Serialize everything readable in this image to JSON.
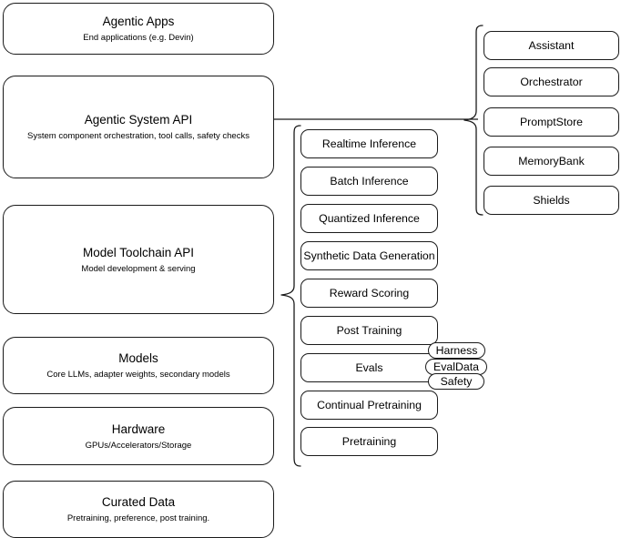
{
  "diagram": {
    "type": "layered-architecture-stack",
    "accent_color": "#1a1a1a",
    "background": "#ffffff",
    "layers": [
      {
        "title": "Agentic Apps",
        "subtitle": "End applications (e.g. Devin)"
      },
      {
        "title": "Agentic System API",
        "subtitle": "System component orchestration, tool calls, safety checks"
      },
      {
        "title": "Model Toolchain API",
        "subtitle": "Model development & serving"
      },
      {
        "title": "Models",
        "subtitle": "Core LLMs, adapter weights, secondary models"
      },
      {
        "title": "Hardware",
        "subtitle": "GPUs/Accelerators/Storage"
      },
      {
        "title": "Curated Data",
        "subtitle": "Pretraining, preference, post training."
      }
    ],
    "agentic_system_components": [
      {
        "label": "Assistant"
      },
      {
        "label": "Orchestrator"
      },
      {
        "label": "PromptStore"
      },
      {
        "label": "MemoryBank"
      },
      {
        "label": "Shields"
      }
    ],
    "model_toolchain_capabilities": [
      {
        "label": "Realtime Inference"
      },
      {
        "label": "Batch Inference"
      },
      {
        "label": "Quantized Inference"
      },
      {
        "label": "Synthetic Data Generation"
      },
      {
        "label": "Reward Scoring"
      },
      {
        "label": "Post Training"
      },
      {
        "label": "Evals"
      },
      {
        "label": "Continual Pretraining"
      },
      {
        "label": "Pretraining"
      }
    ],
    "evals_subcomponents": [
      {
        "label": "Harness"
      },
      {
        "label": "EvalData"
      },
      {
        "label": "Safety"
      }
    ]
  }
}
